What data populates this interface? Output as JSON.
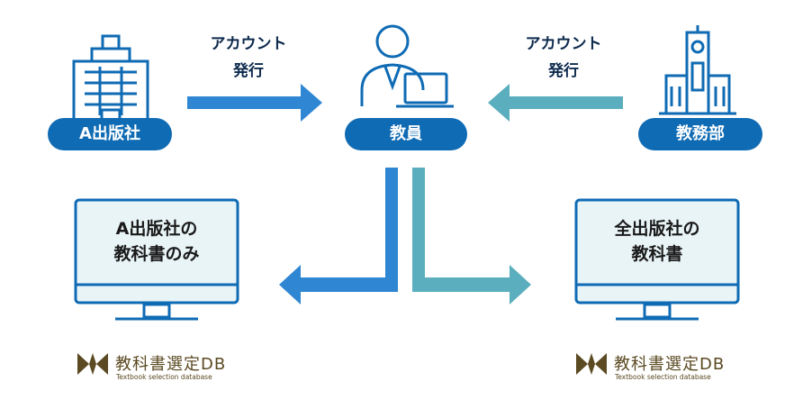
{
  "nodes": {
    "publisher_a": "A出版社",
    "teacher": "教員",
    "academic_affairs": "教務部"
  },
  "arrows": {
    "left_label_line1": "アカウント",
    "left_label_line2": "発行",
    "right_label_line1": "アカウント",
    "right_label_line2": "発行"
  },
  "screens": {
    "left_line1": "A出版社の",
    "left_line2": "教科書のみ",
    "right_line1": "全出版社の",
    "right_line2": "教科書"
  },
  "logo": {
    "title": "教科書選定DB",
    "subtitle": "Textbook selection database"
  },
  "colors": {
    "navy": "#0f6bb4",
    "blue_arrow": "#2f86d3",
    "teal_arrow": "#5aaebd",
    "screen_fill": "#e9f4f7",
    "logo_brown": "#5b4a22"
  }
}
